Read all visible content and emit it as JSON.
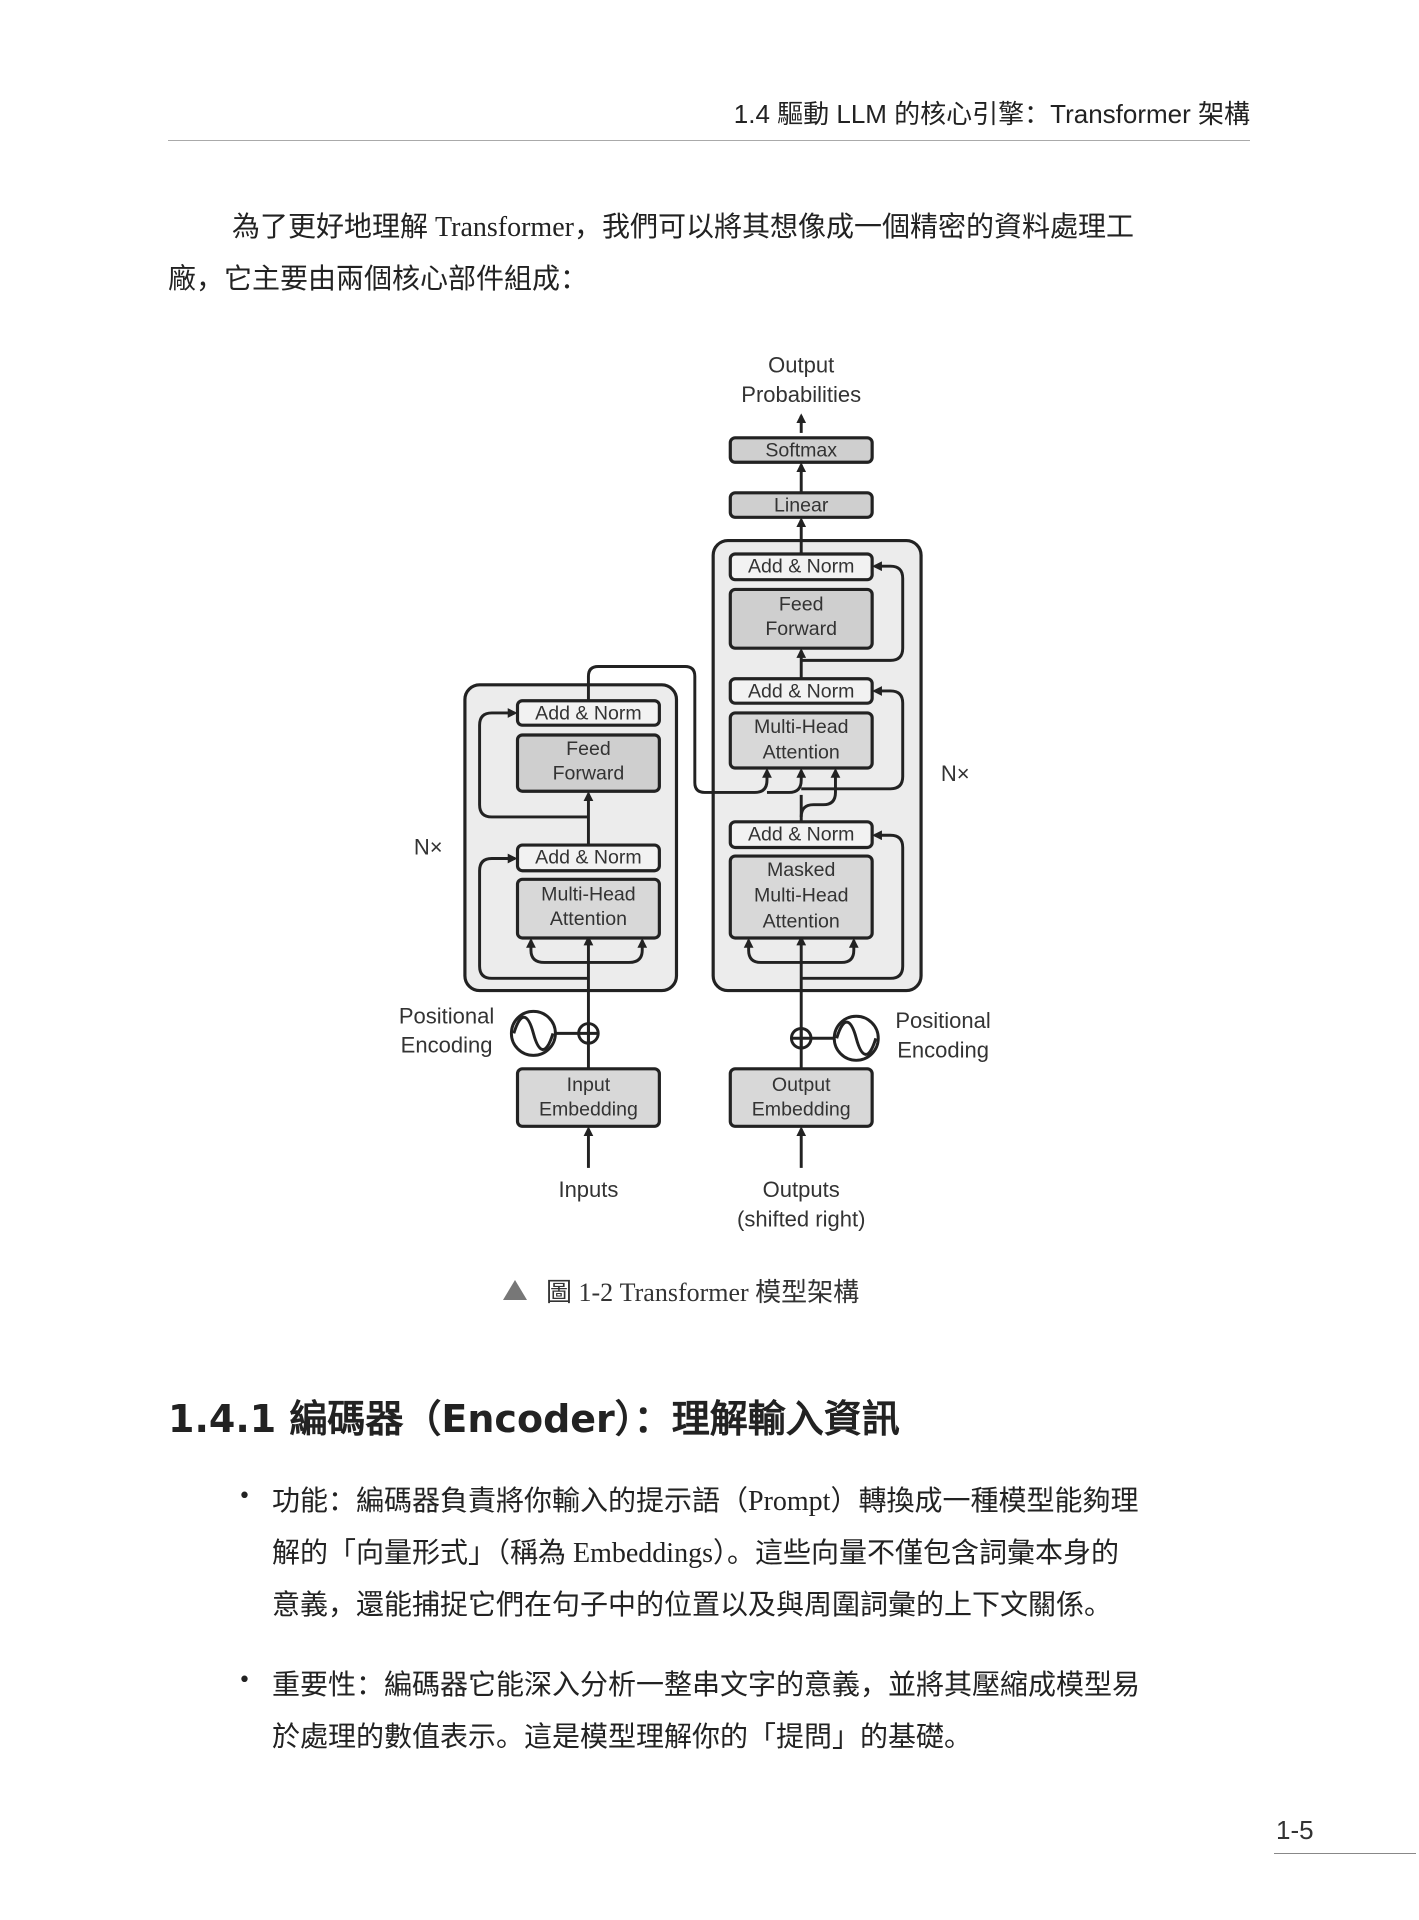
{
  "header": {
    "running_title": "1.4 驅動 LLM 的核心引擎：Transformer 架構"
  },
  "intro": {
    "lines": [
      "為了更好地理解 Transformer，我們可以將其想像成一個精密的資料處理工",
      "廠，它主要由兩個核心部件組成："
    ]
  },
  "figure": {
    "output_probabilities": [
      "Output",
      "Probabilities"
    ],
    "softmax": "Softmax",
    "linear": "Linear",
    "add_norm": "Add & Norm",
    "feed_forward": [
      "Feed",
      "Forward"
    ],
    "multi_head_attention": [
      "Multi-Head",
      "Attention"
    ],
    "masked_mha": [
      "Masked",
      "Multi-Head",
      "Attention"
    ],
    "nx": "N×",
    "positional_encoding": [
      "Positional",
      "Encoding"
    ],
    "input_embedding": [
      "Input",
      "Embedding"
    ],
    "output_embedding": [
      "Output",
      "Embedding"
    ],
    "inputs": "Inputs",
    "outputs": [
      "Outputs",
      "(shifted right)"
    ],
    "caption": "圖 1-2  Transformer 模型架構"
  },
  "section": {
    "heading": "1.4.1  編碼器（Encoder）：理解輸入資訊",
    "bullets": [
      {
        "lines": [
          "功能：編碼器負責將你輸入的提示語（Prompt）轉換成一種模型能夠理",
          "解的「向量形式」（稱為 Embeddings）。這些向量不僅包含詞彙本身的",
          "意義，還能捕捉它們在句子中的位置以及與周圍詞彙的上下文關係。"
        ]
      },
      {
        "lines": [
          "重要性：編碼器它能深入分析一整串文字的意義，並將其壓縮成模型易",
          "於處理的數值表示。這是模型理解你的「提問」的基礎。"
        ]
      }
    ]
  },
  "footer": {
    "page_number": "1-5"
  }
}
